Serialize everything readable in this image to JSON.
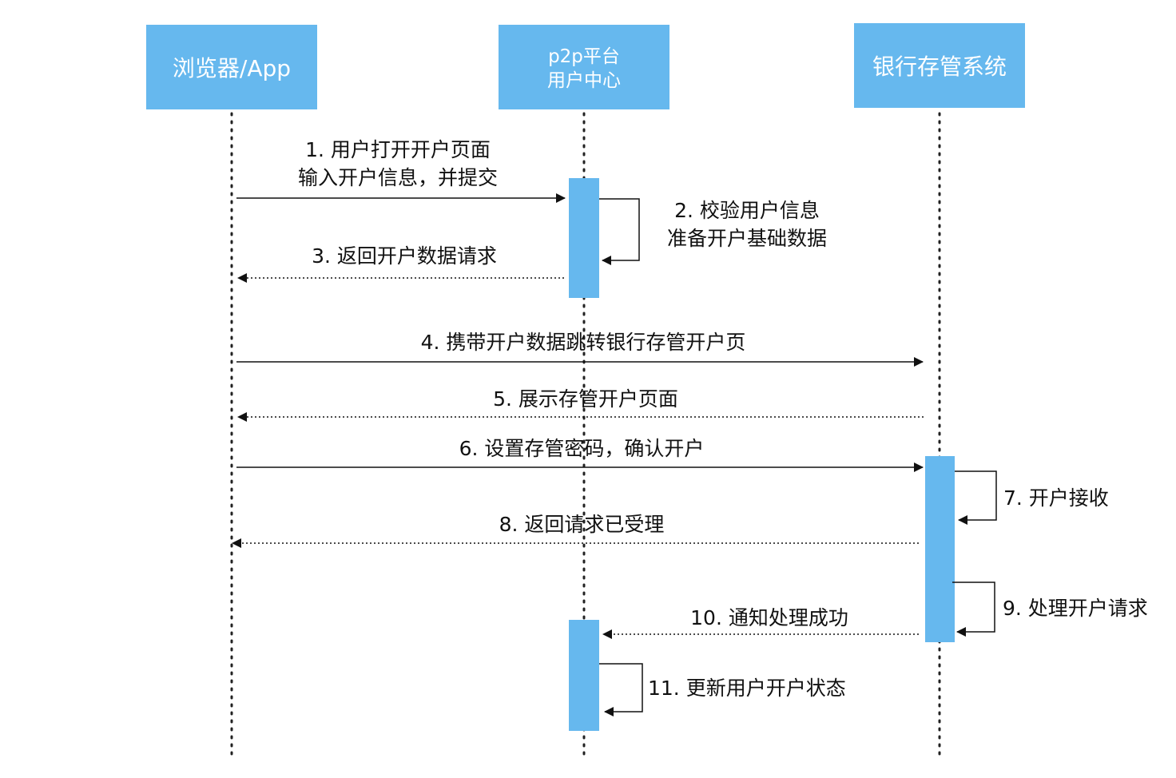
{
  "actors": [
    {
      "id": "browser",
      "lines": [
        "浏览器/App"
      ]
    },
    {
      "id": "p2p",
      "lines": [
        "p2p平台",
        "用户中心"
      ]
    },
    {
      "id": "bank",
      "lines": [
        "银行存管系统"
      ]
    }
  ],
  "messages": [
    {
      "id": "m1",
      "from": "browser",
      "to": "p2p",
      "style": "solid",
      "lines": [
        "1. 用户打开开户页面",
        "输入开户信息，并提交"
      ]
    },
    {
      "id": "m2",
      "from": "p2p",
      "to": "p2p",
      "style": "self",
      "lines": [
        "2. 校验用户信息",
        "准备开户基础数据"
      ]
    },
    {
      "id": "m3",
      "from": "p2p",
      "to": "browser",
      "style": "dotted",
      "lines": [
        "3. 返回开户数据请求"
      ]
    },
    {
      "id": "m4",
      "from": "browser",
      "to": "bank",
      "style": "solid",
      "lines": [
        "4. 携带开户数据跳转银行存管开户页"
      ]
    },
    {
      "id": "m5",
      "from": "bank",
      "to": "browser",
      "style": "dotted",
      "lines": [
        "5. 展示存管开户页面"
      ]
    },
    {
      "id": "m6",
      "from": "browser",
      "to": "bank",
      "style": "solid",
      "lines": [
        "6. 设置存管密码，确认开户"
      ]
    },
    {
      "id": "m7",
      "from": "bank",
      "to": "bank",
      "style": "self",
      "lines": [
        "7. 开户接收"
      ]
    },
    {
      "id": "m8",
      "from": "bank",
      "to": "browser",
      "style": "dotted",
      "lines": [
        "8. 返回请求已受理"
      ]
    },
    {
      "id": "m9",
      "from": "bank",
      "to": "bank",
      "style": "self",
      "lines": [
        "9. 处理开户请求"
      ]
    },
    {
      "id": "m10",
      "from": "bank",
      "to": "p2p",
      "style": "dotted",
      "lines": [
        "10. 通知处理成功"
      ]
    },
    {
      "id": "m11",
      "from": "p2p",
      "to": "p2p",
      "style": "self",
      "lines": [
        "11. 更新用户开户状态"
      ]
    }
  ],
  "colors": {
    "actor_fill": "#66b8ee",
    "actor_text": "#ffffff",
    "line": "#111111"
  }
}
